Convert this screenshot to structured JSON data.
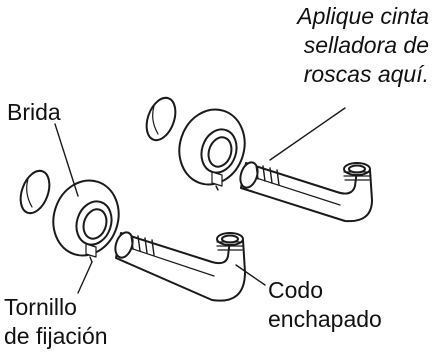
{
  "labels": {
    "thread_tape": [
      "Aplique cinta",
      "selladora de",
      "roscas aquí."
    ],
    "flange": "Brida",
    "set_screw": [
      "Tornillo",
      "de fijación"
    ],
    "elbow": [
      "Codo",
      "enchapado"
    ]
  },
  "colors": {
    "stroke": "#1a1a1a",
    "text": "#111111",
    "background": "#ffffff"
  }
}
